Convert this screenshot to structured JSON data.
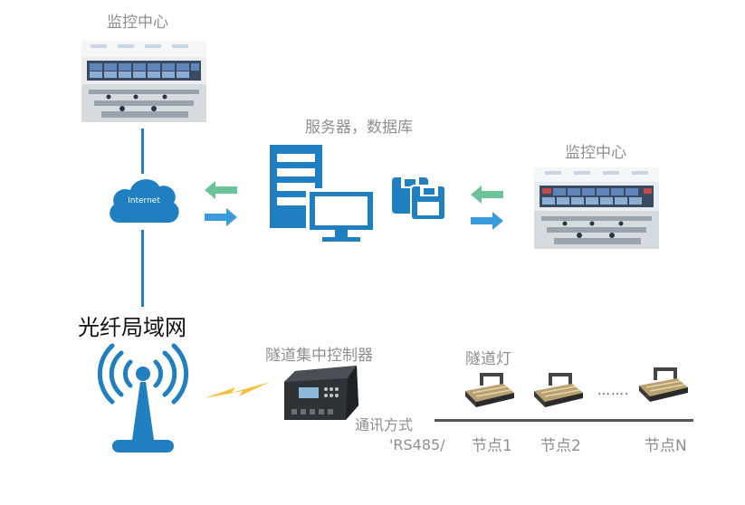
{
  "monitor_center_top": {
    "label": "监控中心"
  },
  "monitor_center_right": {
    "label": "监控中心"
  },
  "server_db": {
    "label": "服务器，数据库"
  },
  "internet": {
    "label": "Internet"
  },
  "fiber_lan": {
    "label": "光纤局域网"
  },
  "controller": {
    "label": "隧道集中控制器"
  },
  "tunnel_light": {
    "label": "隧道灯"
  },
  "comm": {
    "line1": "通讯方式",
    "line2": "'RS485/"
  },
  "nodes": [
    {
      "label": "节点1"
    },
    {
      "label": "节点2"
    },
    {
      "label": "节点N"
    }
  ],
  "ellipsis": "…….",
  "colors": {
    "blue": "#1f7fc0",
    "green": "#6cc39a",
    "arrow_blue": "#3a9bdc",
    "lightning": "#f5c040",
    "text_gray": "#8e8e8e"
  }
}
